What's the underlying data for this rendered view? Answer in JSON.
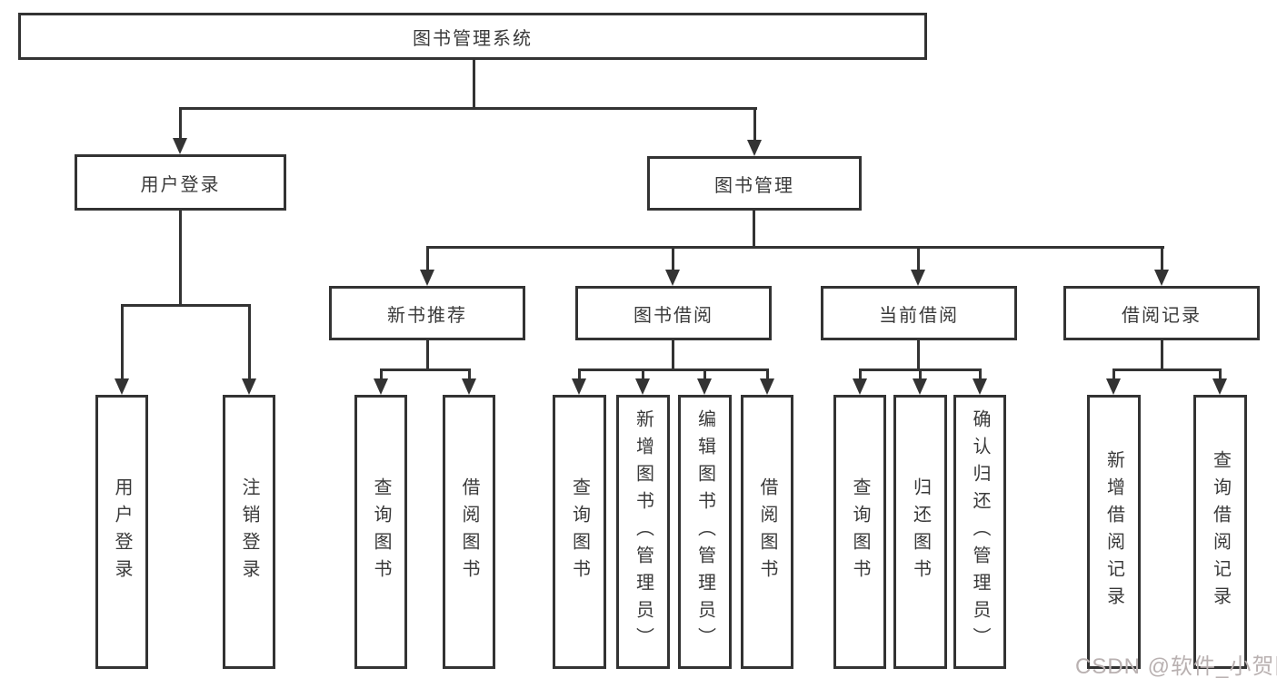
{
  "diagram": {
    "title_node": {
      "label": "图书管理系统"
    },
    "level2": [
      {
        "label": "用户登录"
      },
      {
        "label": "图书管理"
      }
    ],
    "level3": [
      {
        "label": "新书推荐"
      },
      {
        "label": "图书借阅"
      },
      {
        "label": "当前借阅"
      },
      {
        "label": "借阅记录"
      }
    ],
    "leaves": {
      "user_login": [
        "用户登录",
        "注销登录"
      ],
      "new_book": [
        "查询图书",
        "借阅图书"
      ],
      "book_borrow": [
        "查询图书",
        "新增图书（管理员）",
        "编辑图书（管理员）",
        "借阅图书"
      ],
      "current_borrow": [
        "查询图书",
        "归还图书",
        "确认归还（管理员）"
      ],
      "borrow_records": [
        "新增借阅记录",
        "查询借阅记录"
      ]
    },
    "line_color": "#333333"
  },
  "watermark": {
    "text": "CSDN @软件_小贺同学",
    "color": "#b9b1b1"
  }
}
